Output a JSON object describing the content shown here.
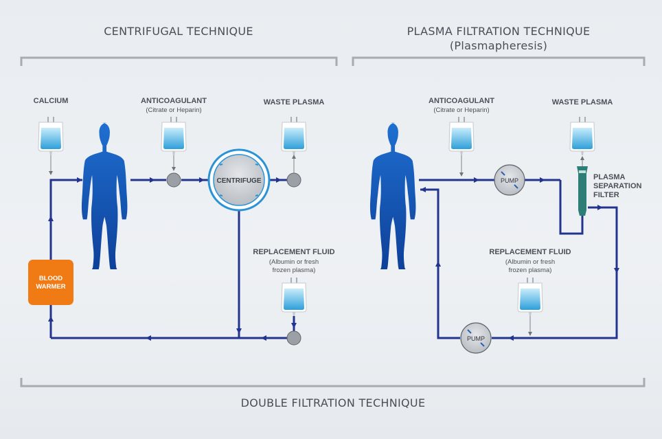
{
  "sections": {
    "centrifugal": "CENTRIFUGAL TECHNIQUE",
    "plasma_filtration": "PLASMA FILTRATION TECHNIQUE",
    "plasma_filtration_sub": "(Plasmapheresis)",
    "double_filtration": "DOUBLE FILTRATION TECHNIQUE"
  },
  "left": {
    "calcium": "CALCIUM",
    "anticoagulant": "ANTICOAGULANT",
    "anticoagulant_sub": "(Citrate or Heparin)",
    "waste_plasma": "WASTE PLASMA",
    "centrifuge": "CENTRIFUGE",
    "replacement_fluid": "REPLACEMENT FLUID",
    "replacement_sub1": "(Albumin or fresh",
    "replacement_sub2": "frozen plasma)",
    "blood_warmer1": "BLOOD",
    "blood_warmer2": "WARMER"
  },
  "right": {
    "anticoagulant": "ANTICOAGULANT",
    "anticoagulant_sub": "(Citrate or Heparin)",
    "waste_plasma": "WASTE PLASMA",
    "filter1": "PLASMA",
    "filter2": "SEPARATION",
    "filter3": "FILTER",
    "replacement_fluid": "REPLACEMENT FLUID",
    "replacement_sub1": "(Albumin or fresh",
    "replacement_sub2": "frozen plasma)",
    "pump": "PUMP"
  },
  "colors": {
    "pipe": "#22348e",
    "blood_warmer": "#f07b14",
    "filter": "#2e7d77",
    "bag_fluid": "#3aa6da"
  }
}
